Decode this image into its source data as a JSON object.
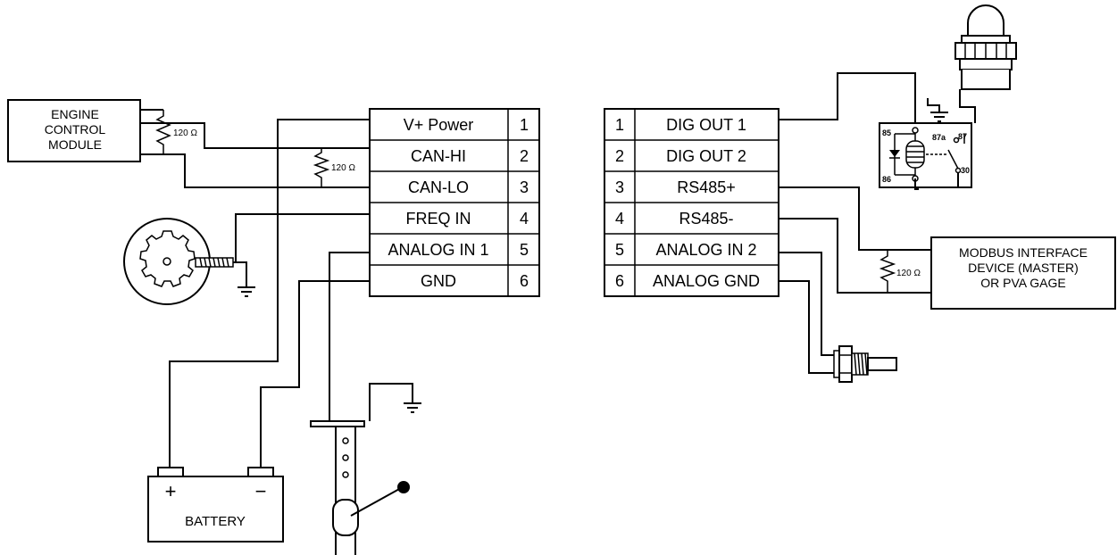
{
  "left_terminal": {
    "rows": [
      {
        "label": "V+ Power",
        "pin": "1"
      },
      {
        "label": "CAN-HI",
        "pin": "2"
      },
      {
        "label": "CAN-LO",
        "pin": "3"
      },
      {
        "label": "FREQ IN",
        "pin": "4"
      },
      {
        "label": "ANALOG IN 1",
        "pin": "5"
      },
      {
        "label": "GND",
        "pin": "6"
      }
    ]
  },
  "right_terminal": {
    "rows": [
      {
        "pin": "1",
        "label": "DIG OUT 1"
      },
      {
        "pin": "2",
        "label": "DIG OUT 2"
      },
      {
        "pin": "3",
        "label": "RS485+"
      },
      {
        "pin": "4",
        "label": "RS485-"
      },
      {
        "pin": "5",
        "label": "ANALOG IN 2"
      },
      {
        "pin": "6",
        "label": "ANALOG GND"
      }
    ]
  },
  "ecm": {
    "line1": "ENGINE",
    "line2": "CONTROL",
    "line3": "MODULE"
  },
  "resistors": {
    "ecm_term": "120 Ω",
    "can_term": "120 Ω",
    "modbus_term": "120 Ω"
  },
  "modbus": {
    "line1": "MODBUS INTERFACE",
    "line2": "DEVICE (MASTER)",
    "line3": "OR PVA GAGE"
  },
  "battery": {
    "label": "BATTERY",
    "plus": "+",
    "minus": "−"
  },
  "relay": {
    "pin85": "85",
    "pin86": "86",
    "pin87a": "87a",
    "pin87": "87",
    "pin30": "30"
  }
}
